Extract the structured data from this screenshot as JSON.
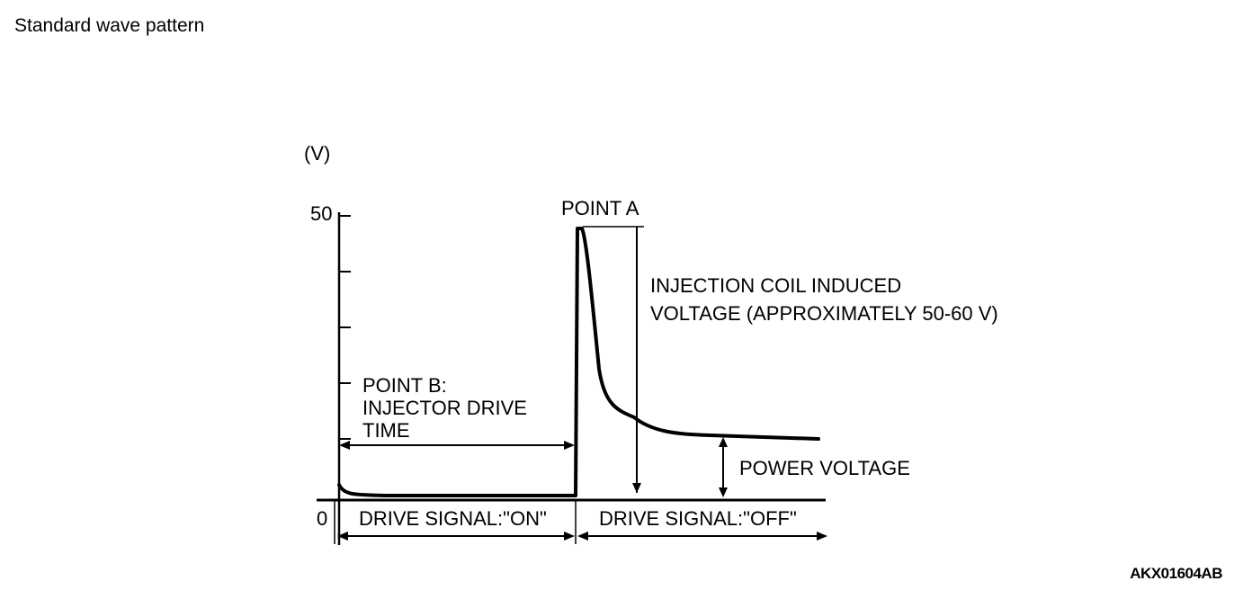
{
  "title": "Standard wave pattern",
  "figure_id": "AKX01604AB",
  "axis": {
    "y_unit": "(V)",
    "y_tick_max": "50",
    "origin": "0"
  },
  "labels": {
    "point_a": "POINT A",
    "coil_voltage_line1": "INJECTION COIL INDUCED",
    "coil_voltage_line2": "VOLTAGE (APPROXIMATELY 50-60 V)",
    "point_b_line1": "POINT B:",
    "point_b_line2": "INJECTOR DRIVE",
    "point_b_line3": "TIME",
    "power_voltage": "POWER VOLTAGE",
    "drive_on": "DRIVE SIGNAL:\"ON\"",
    "drive_off": "DRIVE SIGNAL:\"OFF\""
  }
}
